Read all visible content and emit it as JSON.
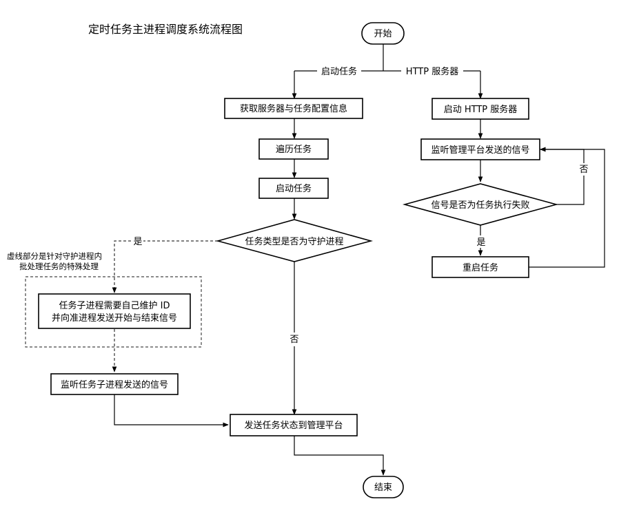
{
  "title": "定时任务主进程调度系统流程图",
  "nodes": {
    "start": "开始",
    "fetch_config": "获取服务器与任务配置信息",
    "iterate_tasks": "遍历任务",
    "start_task": "启动任务",
    "is_daemon": "任务类型是否为守护进程",
    "subprocess_line1": "任务子进程需要自己维护 ID",
    "subprocess_line2": "并向准进程发送开始与结束信号",
    "listen_subprocess": "监听任务子进程发送的信号",
    "send_status": "发送任务状态到管理平台",
    "end": "结束",
    "start_http": "启动 HTTP 服务器",
    "listen_platform": "监听管理平台发送的信号",
    "is_failed": "信号是否为任务执行失败",
    "restart_task": "重启任务"
  },
  "edge_labels": {
    "branch_task": "启动任务",
    "branch_http": "HTTP 服务器",
    "yes_daemon": "是",
    "no_daemon": "否",
    "yes_failed": "是",
    "no_failed": "否"
  },
  "note": {
    "line1": "虚线部分是针对守护进程内",
    "line2": "批处理任务的特殊处理"
  },
  "colors": {
    "stroke": "#000000",
    "background": "#ffffff",
    "dashed": "#444444"
  }
}
